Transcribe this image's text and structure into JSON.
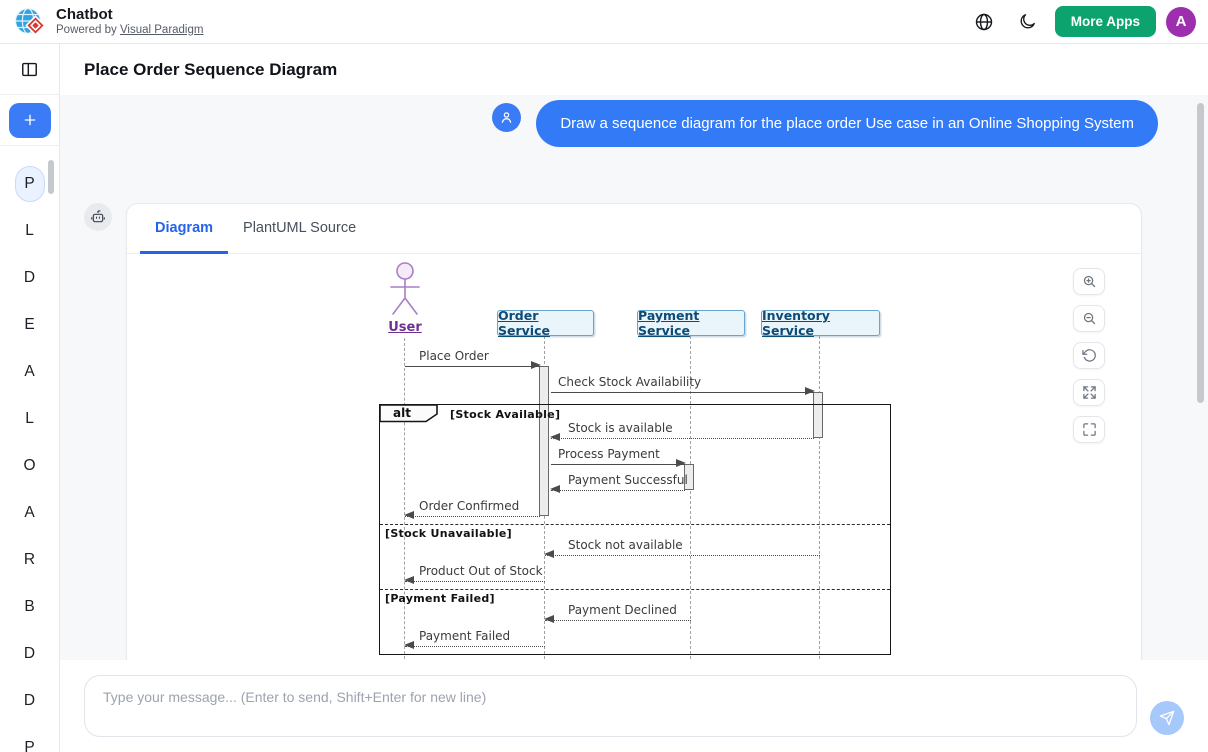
{
  "colors": {
    "accent_blue": "#337af7",
    "tab_active_blue": "#2563eb",
    "more_apps_green": "#0ca36f",
    "avatar_purple": "#9d2fae",
    "send_button_blue": "#a6c8fa",
    "actor_purple": "#a87fc5",
    "participant_fill": "#e9f4fb",
    "participant_border": "#66a6cd"
  },
  "header": {
    "app_title": "Chatbot",
    "powered_by": "Powered by ",
    "powered_by_link": "Visual Paradigm",
    "more_apps": "More Apps",
    "avatar_letter": "A"
  },
  "page_title": "Place Order Sequence Diagram",
  "sidebar": {
    "items": [
      {
        "letter": "P",
        "active": true
      },
      {
        "letter": "L"
      },
      {
        "letter": "D"
      },
      {
        "letter": "E"
      },
      {
        "letter": "A"
      },
      {
        "letter": "L"
      },
      {
        "letter": "O"
      },
      {
        "letter": "A"
      },
      {
        "letter": "R"
      },
      {
        "letter": "B"
      },
      {
        "letter": "D"
      },
      {
        "letter": "D"
      },
      {
        "letter": "P"
      }
    ]
  },
  "chat": {
    "user_message": "Draw a sequence diagram for the place order Use case in an Online Shopping System",
    "tabs": [
      {
        "label": "Diagram",
        "active": true
      },
      {
        "label": "PlantUML Source",
        "active": false
      }
    ]
  },
  "diagram": {
    "actor": "User",
    "participants": [
      "Order Service",
      "Payment Service",
      "Inventory Service"
    ],
    "fragment": {
      "operator": "alt",
      "guards": [
        "[Stock Available]",
        "[Stock Unavailable]",
        "[Payment Failed]"
      ]
    },
    "messages": [
      {
        "label": "Place Order",
        "from": "User",
        "to": "Order Service",
        "style": "solid"
      },
      {
        "label": "Check Stock Availability",
        "from": "Order Service",
        "to": "Inventory Service",
        "style": "solid"
      },
      {
        "label": "Stock is available",
        "from": "Inventory Service",
        "to": "Order Service",
        "style": "dashed"
      },
      {
        "label": "Process Payment",
        "from": "Order Service",
        "to": "Payment Service",
        "style": "solid"
      },
      {
        "label": "Payment Successful",
        "from": "Payment Service",
        "to": "Order Service",
        "style": "dashed"
      },
      {
        "label": "Order Confirmed",
        "from": "Order Service",
        "to": "User",
        "style": "dashed"
      },
      {
        "label": "Stock not available",
        "from": "Inventory Service",
        "to": "Order Service",
        "style": "dashed"
      },
      {
        "label": "Product Out of Stock",
        "from": "Order Service",
        "to": "User",
        "style": "dashed"
      },
      {
        "label": "Payment Declined",
        "from": "Payment Service",
        "to": "Order Service",
        "style": "dashed"
      },
      {
        "label": "Payment Failed",
        "from": "Order Service",
        "to": "User",
        "style": "dashed"
      }
    ]
  },
  "composer": {
    "placeholder": "Type your message... (Enter to send, Shift+Enter for new line)"
  }
}
